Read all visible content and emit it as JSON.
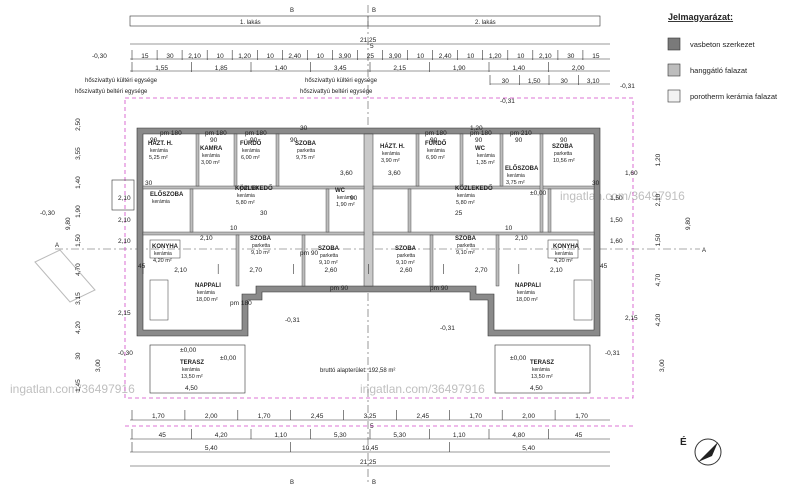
{
  "legend": {
    "title": "Jelmagyarázat:",
    "items": [
      {
        "label": "vasbeton szerkezet",
        "color": "#7a7a7a"
      },
      {
        "label": "hanggátló falazat",
        "color": "#bdbdbd"
      },
      {
        "label": "porotherm kerámia falazat",
        "color": "#f2f2f2"
      }
    ]
  },
  "units": {
    "unit1": "1. lakás",
    "unit2": "2. lakás"
  },
  "total_width": "21,25",
  "total_depth": "9,80",
  "axis_b": "B",
  "axis_a": "A",
  "axis_mid": "5",
  "north": "É",
  "gross_area": "bruttó alapterület: 192,58 m²",
  "vents": [
    "hőszivattyú kültéri egysége",
    "hőszivattyú beltéri egysége",
    "hőszivattyú kültéri egysége",
    "hőszivattyú beltéri egysége"
  ],
  "levels": [
    "-0,30",
    "-0,30",
    "-0,31",
    "-0,30",
    "-0,31",
    "-0,31",
    "-0,31",
    "-0,31",
    "±0,00",
    "±0,00",
    "±0,00",
    "±0,00"
  ],
  "watermark": "ingatlan.com/36497916",
  "rooms": [
    {
      "id": "kamra",
      "name": "KAMRA",
      "mat": "kerámia",
      "area": "3,00 m²"
    },
    {
      "id": "hazt1",
      "name": "HÁZT. H.",
      "mat": "kerámia",
      "area": "5,25 m²"
    },
    {
      "id": "furdo1",
      "name": "FÜRDŐ",
      "mat": "kerámia",
      "area": "6,00 m²"
    },
    {
      "id": "szoba1",
      "name": "SZOBA",
      "mat": "parketta",
      "area": "9,75 m²"
    },
    {
      "id": "eloszoba1",
      "name": "ELŐSZOBA",
      "mat": "kerámia",
      "area": ""
    },
    {
      "id": "kozl1",
      "name": "KÖZLEKEDŐ",
      "mat": "kerámia",
      "area": "5,80 m²"
    },
    {
      "id": "wc1",
      "name": "WC",
      "mat": "kerámia",
      "area": "1,90 m²"
    },
    {
      "id": "konyha1",
      "name": "KONYHA",
      "mat": "kerámia",
      "area": "4,20 m²"
    },
    {
      "id": "szoba2",
      "name": "SZOBA",
      "mat": "parketta",
      "area": "9,10 m²"
    },
    {
      "id": "szoba3",
      "name": "SZOBA",
      "mat": "parketta",
      "area": "9,10 m²"
    },
    {
      "id": "nappali1",
      "name": "NAPPALI",
      "mat": "kerámia",
      "area": "18,00 m²"
    },
    {
      "id": "terasz1",
      "name": "TERASZ",
      "mat": "kerámia",
      "area": "13,50 m²"
    },
    {
      "id": "hazt2",
      "name": "HÁZT. H.",
      "mat": "kerámia",
      "area": "3,90 m²"
    },
    {
      "id": "furdo2",
      "name": "FÜRDŐ",
      "mat": "kerámia",
      "area": "6,90 m²"
    },
    {
      "id": "wc2",
      "name": "WC",
      "mat": "kerámia",
      "area": "1,35 m²"
    },
    {
      "id": "szoba4",
      "name": "SZOBA",
      "mat": "parketta",
      "area": "10,56 m²"
    },
    {
      "id": "eloszoba2",
      "name": "ELŐSZOBA",
      "mat": "kerámia",
      "area": "3,75 m²"
    },
    {
      "id": "kozl2",
      "name": "KÖZLEKEDŐ",
      "mat": "kerámia",
      "area": "5,80 m²"
    },
    {
      "id": "szoba5",
      "name": "SZOBA",
      "mat": "parketta",
      "area": "9,10 m²"
    },
    {
      "id": "szoba6",
      "name": "SZOBA",
      "mat": "parketta",
      "area": "9,10 m²"
    },
    {
      "id": "konyha2",
      "name": "KONYHA",
      "mat": "kerámia",
      "area": "4,20 m²"
    },
    {
      "id": "nappali2",
      "name": "NAPPALI",
      "mat": "kerámia",
      "area": "18,00 m²"
    },
    {
      "id": "terasz2",
      "name": "TERASZ",
      "mat": "kerámia",
      "area": "13,50 m²"
    }
  ],
  "dims": {
    "top_row1": [
      "15",
      "30",
      "2,10",
      "10",
      "1,20",
      "10",
      "2,40",
      "10",
      "3,90",
      "25",
      "3,90",
      "10",
      "2,40",
      "10",
      "1,20",
      "10",
      "2,10",
      "30",
      "15"
    ],
    "top_row2": [
      "1,55",
      "1,85",
      "1,40",
      "3,45",
      "2,15",
      "1,90",
      "1,40",
      "2,00"
    ],
    "top_row3": [
      "30",
      "1,50",
      "30",
      "3,10"
    ],
    "mid_row": [
      "2,10",
      "2,70",
      "2,60",
      "2,60",
      "2,70",
      "2,10"
    ],
    "bot_row1": [
      "1,70",
      "2,00",
      "1,70",
      "2,45",
      "3,25",
      "2,45",
      "1,70",
      "2,00",
      "1,70"
    ],
    "bot_row2": [
      "45",
      "4,20",
      "1,10",
      "5,30",
      "5,30",
      "1,10",
      "4,80",
      "45"
    ],
    "bot_row3": [
      "5,40",
      "10,45",
      "5,40"
    ],
    "bot_total": "21,25",
    "terrace_w": "4,50",
    "terrace_d": "3,00",
    "left_side": [
      "2,50",
      "3,55",
      "1,40",
      "1,90",
      "1,50",
      "4,70",
      "3,15",
      "4,20",
      "30",
      "1,45"
    ],
    "right_side": [
      "1,20",
      "2,10",
      "1,50",
      "4,70",
      "4,20"
    ],
    "inner": [
      "90",
      "90",
      "90",
      "90",
      "90",
      "90",
      "90",
      "90",
      "2,10",
      "2,10",
      "2,10",
      "1,50",
      "1,50",
      "1,60",
      "90",
      "pm 90",
      "pm 90",
      "pm 90",
      "pm 90",
      "pm 180",
      "pm 180",
      "pm 180",
      "pm 180",
      "pm 180",
      "pm 180",
      "pm 210",
      "2,10",
      "2,10",
      "3,60",
      "3,60",
      "45",
      "45",
      "10",
      "10",
      "25",
      "30",
      "30",
      "30",
      "30",
      "1,20",
      "1,60",
      "2,15",
      "2,15"
    ]
  }
}
